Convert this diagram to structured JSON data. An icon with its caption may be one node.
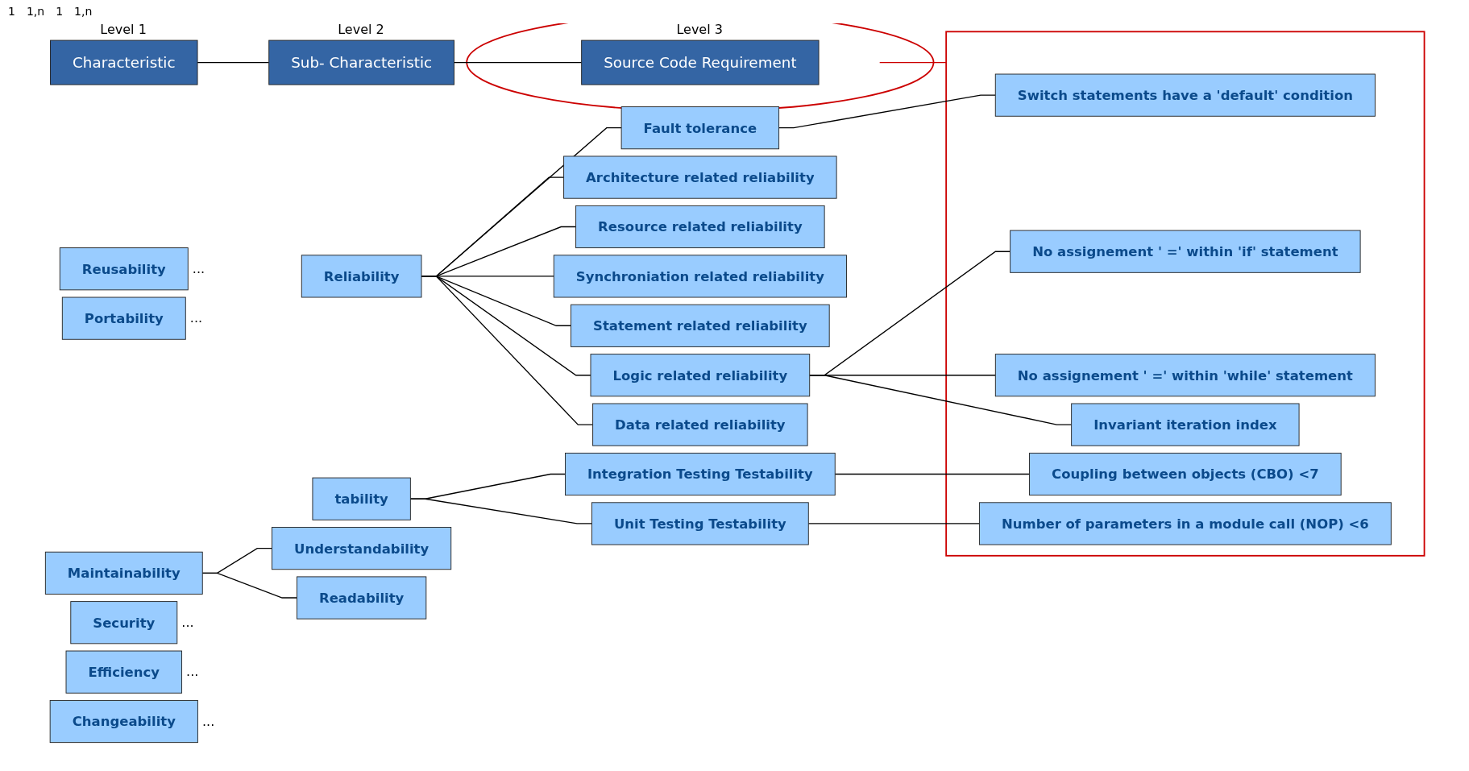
{
  "diagram": {
    "nodes": [
      {
        "text": [
          "Characteristic"
        ],
        "beside": [
          "Level 1"
        ]
      },
      {
        "text": [
          "Sub- Characteristic"
        ],
        "beside": [
          "Level 2"
        ]
      },
      {
        "text": [],
        "shape": "circle"
      },
      {
        "text": [
          "Source Code Requirement"
        ],
        "in": 2,
        "beside": [
          "Level 3"
        ]
      },
      {
        "text": [],
        "shape": "box"
      },
      {
        "text": [
          "Reusability"
        ],
        "beside": [
          "..."
        ]
      },
      {
        "text": [
          "Portability"
        ],
        "beside": [
          "..."
        ]
      },
      {
        "text": [
          "Maintainability"
        ]
      },
      {
        "text": [
          "Security"
        ],
        "beside": [
          "..."
        ]
      },
      {
        "text": [
          "Efficiency"
        ],
        "beside": [
          "..."
        ]
      },
      {
        "text": [
          "Changeability"
        ],
        "beside": [
          "..."
        ]
      },
      {
        "text": [
          "Reliability"
        ]
      },
      {
        "text": [
          "tability"
        ]
      },
      {
        "text": [
          "Understandability"
        ]
      },
      {
        "text": [
          "Readability"
        ]
      },
      {
        "text": [
          "Fault tolerance"
        ]
      },
      {
        "text": [
          "Architecture related reliability"
        ]
      },
      {
        "text": [
          "Resource related reliability"
        ]
      },
      {
        "text": [
          "Synchroniation related reliability"
        ]
      },
      {
        "text": [
          "Statement related reliability"
        ]
      },
      {
        "text": [
          "Logic related reliability"
        ]
      },
      {
        "text": [
          "Data related reliability"
        ]
      },
      {
        "text": [
          "Integration Testing Testability"
        ]
      },
      {
        "text": [
          "Unit Testing Testability"
        ]
      },
      {
        "text": [
          "Switch statements have a 'default' condition"
        ],
        "in": 4
      },
      {
        "text": [
          "No assignement ' =' within 'if' statement"
        ],
        "in": 4
      },
      {
        "text": [
          "No assignement ' =' within 'while' statement"
        ],
        "in": 4
      },
      {
        "text": [
          "Invariant iteration index"
        ],
        "in": 4
      },
      {
        "text": [
          "Coupling between objects (CBO) <7"
        ],
        "in": 4
      },
      {
        "text": [
          "Number of parameters in a module call (NOP) <6"
        ],
        "in": 4
      }
    ],
    "edges": [
      {
        "from": 0,
        "to": 1,
        "arrow": "none"
      },
      {
        "from": 1,
        "to": 3,
        "arrow": "none"
      },
      {
        "from": 2,
        "to": 4,
        "arrow": "none",
        "color": "#cc0000"
      },
      {
        "from": 7,
        "to": 13,
        "arrow": "none"
      },
      {
        "from": 7,
        "to": 14,
        "arrow": "none"
      },
      {
        "from": 11,
        "to": 15,
        "arrow": "none"
      },
      {
        "from": 11,
        "to": 16,
        "arrow": "none"
      },
      {
        "from": 11,
        "to": 17,
        "arrow": "none"
      },
      {
        "from": 11,
        "to": 18,
        "arrow": "none"
      },
      {
        "from": 11,
        "to": 19,
        "arrow": "none"
      },
      {
        "from": 11,
        "to": 20,
        "arrow": "none"
      },
      {
        "from": 11,
        "to": 21,
        "arrow": "none"
      },
      {
        "from": 12,
        "to": 22,
        "arrow": "none"
      },
      {
        "from": 12,
        "to": 23,
        "arrow": "none"
      },
      {
        "from": 15,
        "to": 24,
        "arrow": "none"
      },
      {
        "from": 20,
        "to": 25,
        "arrow": "none"
      },
      {
        "from": 20,
        "to": 26,
        "arrow": "none"
      },
      {
        "from": 20,
        "to": 27,
        "arrow": "none"
      },
      {
        "from": 22,
        "to": 28,
        "arrow": "none"
      },
      {
        "from": 23,
        "to": 29,
        "arrow": "none"
      }
    ],
    "labels": [
      "1",
      "1,n",
      "1",
      "1,n"
    ]
  }
}
